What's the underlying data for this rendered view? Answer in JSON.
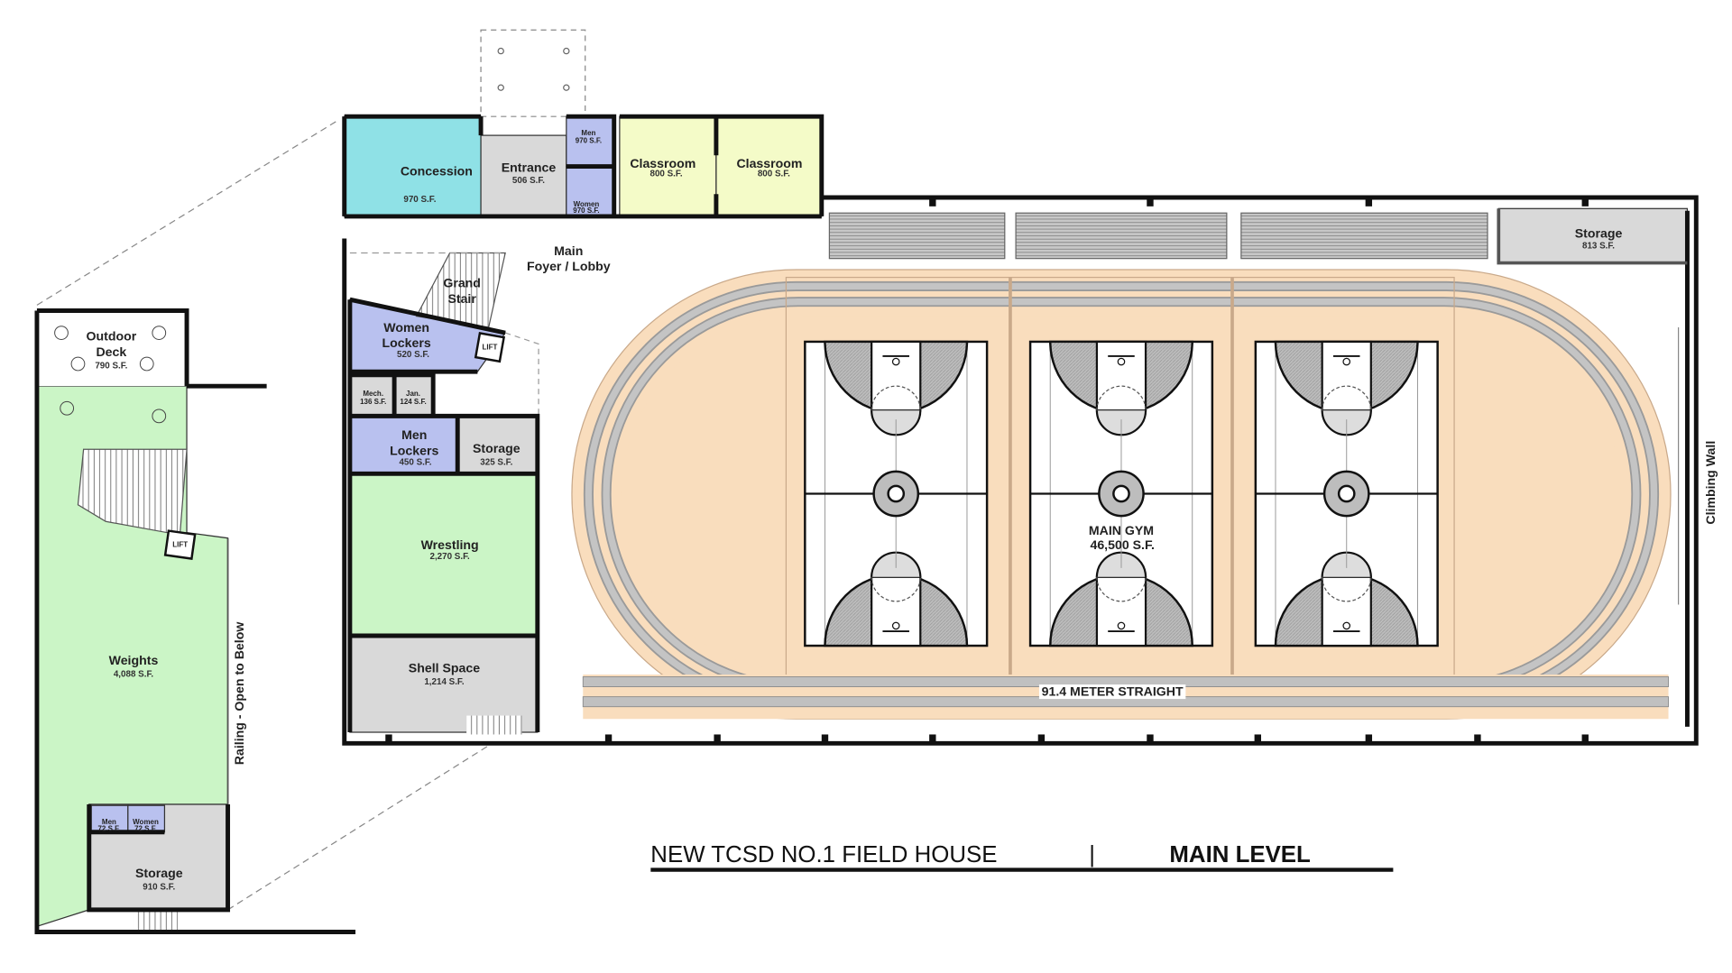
{
  "title": {
    "project": "NEW TCSD NO.1 FIELD HOUSE",
    "separator": "|",
    "level": "MAIN LEVEL"
  },
  "colors": {
    "concession": "#8fe1e6",
    "restroom_lockers": "#b9c1ef",
    "classroom": "#f4fbc8",
    "service": "#d9d9d9",
    "activity": "#cbf5c6",
    "track_surface": "#f9ddbd",
    "track_lane": "#b5b5b5",
    "wall": "#111111"
  },
  "main_level": {
    "rooms": {
      "concession": {
        "name": "Concession",
        "area": "970 S.F."
      },
      "entrance": {
        "name": "Entrance",
        "area": "506 S.F."
      },
      "men_restroom": {
        "name": "Men",
        "area": "970 S.F."
      },
      "women_restroom": {
        "name": "Women",
        "area": "970 S.F."
      },
      "classroom_1": {
        "name": "Classroom",
        "area": "800 S.F."
      },
      "classroom_2": {
        "name": "Classroom",
        "area": "800 S.F."
      },
      "women_lockers": {
        "name_1": "Women",
        "name_2": "Lockers",
        "area": "520 S.F."
      },
      "mech": {
        "name": "Mech.",
        "area": "136 S.F."
      },
      "jan": {
        "name": "Jan.",
        "area": "124 S.F."
      },
      "men_lockers": {
        "name_1": "Men",
        "name_2": "Lockers",
        "area": "450 S.F."
      },
      "storage_325": {
        "name": "Storage",
        "area": "325 S.F."
      },
      "wrestling": {
        "name": "Wrestling",
        "area": "2,270 S.F."
      },
      "shell_space": {
        "name": "Shell Space",
        "area": "1,214 S.F."
      },
      "storage_813": {
        "name": "Storage",
        "area": "813 S.F."
      },
      "main_gym": {
        "name": "MAIN GYM",
        "area": "46,500 S.F."
      }
    },
    "labels": {
      "grand_stair_1": "Grand",
      "grand_stair_2": "Stair",
      "foyer_1": "Main",
      "foyer_2": "Foyer / Lobby",
      "lift": "LIFT",
      "straight": "91.4 METER STRAIGHT",
      "climbing_wall": "Climbing Wall"
    }
  },
  "upper_level": {
    "rooms": {
      "outdoor_deck": {
        "name_1": "Outdoor",
        "name_2": "Deck",
        "area": "790 S.F."
      },
      "weights": {
        "name": "Weights",
        "area": "4,088 S.F."
      },
      "men_restroom": {
        "name": "Men",
        "area": "72 S.F."
      },
      "women_restroom": {
        "name": "Women",
        "area": "72 S.F."
      },
      "storage": {
        "name": "Storage",
        "area": "910 S.F."
      }
    },
    "labels": {
      "lift": "LIFT",
      "railing": "Railing - Open to Below"
    }
  }
}
